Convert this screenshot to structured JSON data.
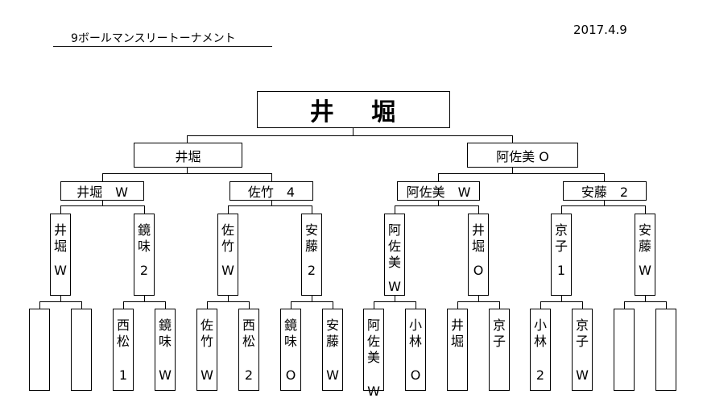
{
  "header": {
    "title": "9ボールマンスリートーナメント",
    "date": "2017.4.9"
  },
  "champion": "井　 堀",
  "semis": [
    "井堀",
    "阿佐美 O"
  ],
  "quarters": [
    "井堀　W",
    "佐竹　4",
    "阿佐美　W",
    "安藤　2"
  ],
  "round2": [
    {
      "name": [
        "井",
        "堀"
      ],
      "result": "W"
    },
    {
      "name": [
        "鏡",
        "味"
      ],
      "result": "2"
    },
    {
      "name": [
        "佐",
        "竹"
      ],
      "result": "W"
    },
    {
      "name": [
        "安",
        "藤"
      ],
      "result": "2"
    },
    {
      "name": [
        "阿",
        "佐",
        "美"
      ],
      "result": "W"
    },
    {
      "name": [
        "井",
        "堀"
      ],
      "result": "O"
    },
    {
      "name": [
        "京",
        "子"
      ],
      "result": "1"
    },
    {
      "name": [
        "安",
        "藤"
      ],
      "result": "W"
    }
  ],
  "round1": [
    {
      "name": [],
      "result": ""
    },
    {
      "name": [],
      "result": ""
    },
    {
      "name": [
        "西",
        "松"
      ],
      "result": "1"
    },
    {
      "name": [
        "鏡",
        "味"
      ],
      "result": "W"
    },
    {
      "name": [
        "佐",
        "竹"
      ],
      "result": "W"
    },
    {
      "name": [
        "西",
        "松"
      ],
      "result": "2"
    },
    {
      "name": [
        "鏡",
        "味"
      ],
      "result": "O"
    },
    {
      "name": [
        "安",
        "藤"
      ],
      "result": "W"
    },
    {
      "name": [
        "阿",
        "佐",
        "美"
      ],
      "result": "W"
    },
    {
      "name": [
        "小",
        "林"
      ],
      "result": "O"
    },
    {
      "name": [
        "井",
        "堀"
      ],
      "result": ""
    },
    {
      "name": [
        "京",
        "子"
      ],
      "result": ""
    },
    {
      "name": [
        "小",
        "林"
      ],
      "result": "2"
    },
    {
      "name": [
        "京",
        "子"
      ],
      "result": "W"
    },
    {
      "name": [],
      "result": ""
    },
    {
      "name": [],
      "result": ""
    }
  ]
}
